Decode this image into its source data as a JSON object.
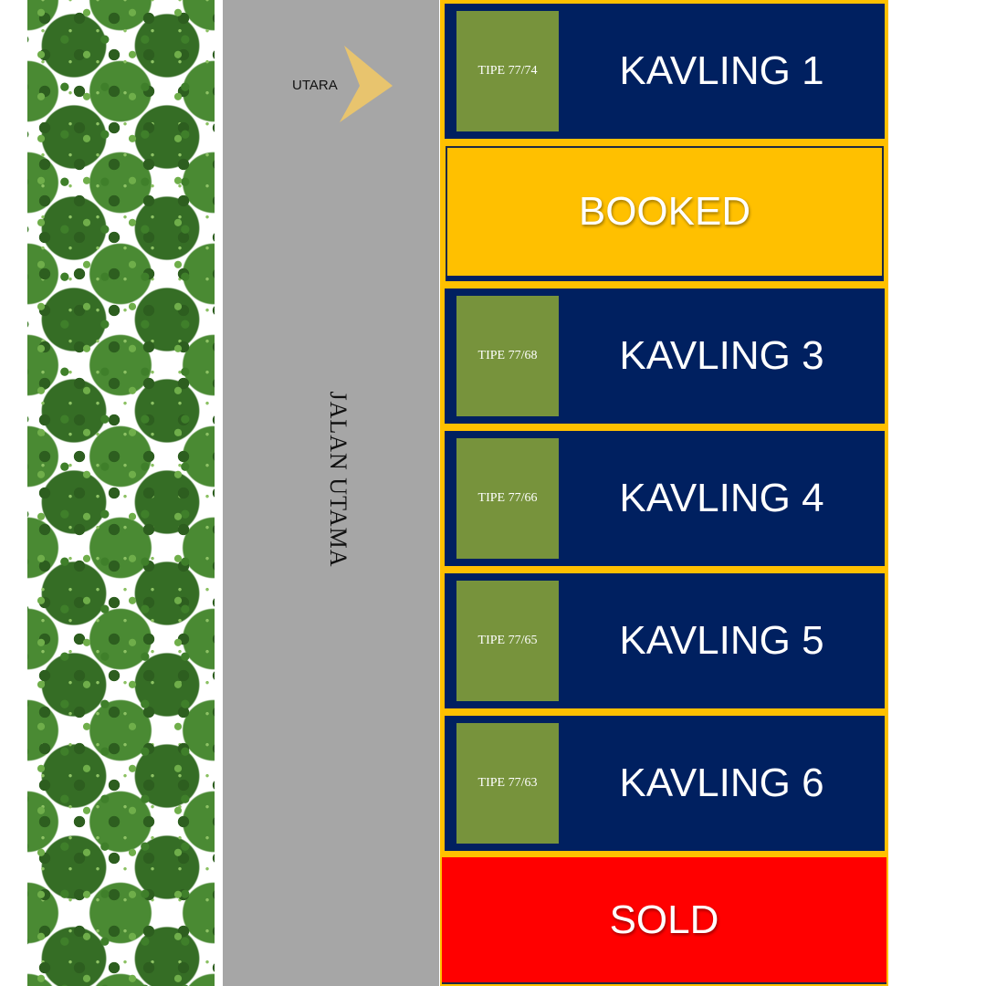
{
  "north_label": "UTARA",
  "road_label": "JALAN UTAMA",
  "lots": [
    {
      "name": "KAVLING 1",
      "type": "TIPE 77/74"
    },
    {
      "status": "BOOKED"
    },
    {
      "name": "KAVLING 3",
      "type": "TIPE 77/68"
    },
    {
      "name": "KAVLING 4",
      "type": "TIPE 77/66"
    },
    {
      "name": "KAVLING 5",
      "type": "TIPE 77/65"
    },
    {
      "name": "KAVLING 6",
      "type": "TIPE 77/63"
    },
    {
      "status": "SOLD"
    }
  ],
  "colors": {
    "lot": "#002060",
    "border": "#ffc000",
    "house": "#77933c",
    "sold": "#ff0000",
    "road": "#a6a6a6"
  }
}
